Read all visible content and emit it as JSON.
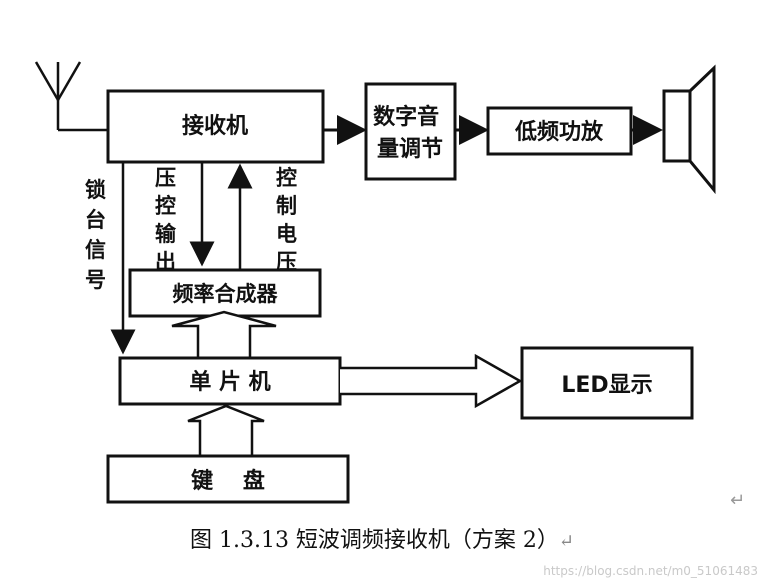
{
  "diagram": {
    "blocks": {
      "receiver": "接收机",
      "digital_volume": "数字音量调节",
      "lf_amp": "低频功放",
      "synthesizer": "频率合成器",
      "mcu": "单 片 机",
      "keyboard": "键　 盘",
      "led_display": "LED显示"
    },
    "labels": {
      "lock_signal": "锁台信号",
      "voltage_output": "压控输出",
      "control_voltage": "控制电压"
    }
  },
  "caption": "图 1.3.13 短波调频接收机（方案 2）",
  "caption_mark": "↵",
  "stray_return_mark": "↵",
  "watermark": "https://blog.csdn.net/m0_51061483"
}
